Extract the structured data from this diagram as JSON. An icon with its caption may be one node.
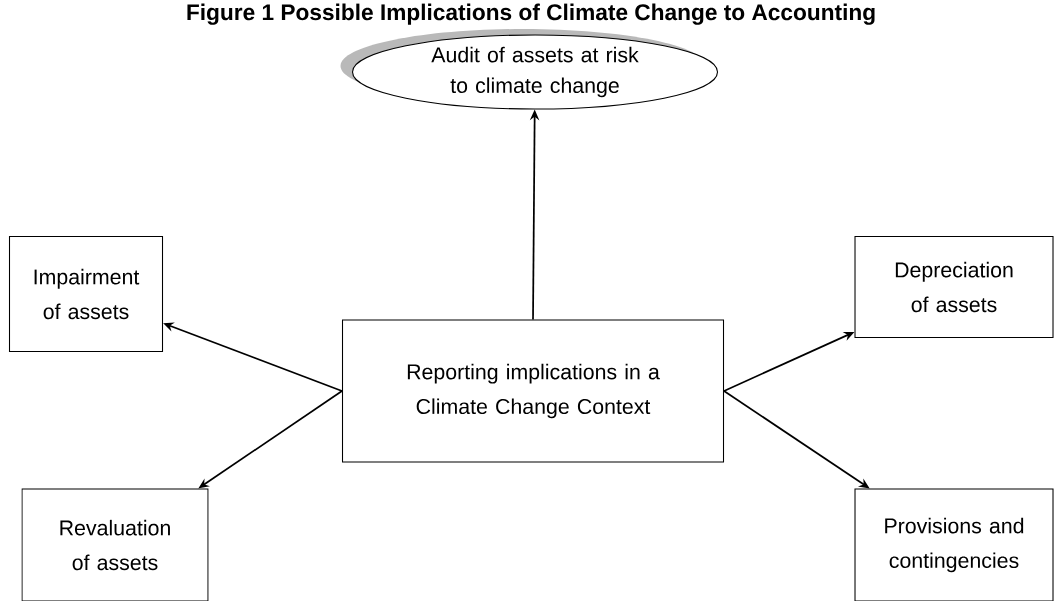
{
  "diagram": {
    "title": "Figure 1 Possible Implications of Climate Change to Accounting",
    "nodes": [
      {
        "text": [
          "Audit of assets at risk to climate change"
        ]
      },
      {
        "text": [
          "Impairment of assets"
        ]
      },
      {
        "text": [
          "Depreciation of assets"
        ]
      },
      {
        "text": [
          "Reporting implications in a Climate Change Context"
        ]
      },
      {
        "text": [
          "Revaluation of assets"
        ]
      },
      {
        "text": [
          "Provisions and contingencies"
        ]
      }
    ],
    "edges": [
      {
        "from": 3,
        "to": 0,
        "arrow": "to"
      },
      {
        "from": 3,
        "to": 1,
        "arrow": "to"
      },
      {
        "from": 3,
        "to": 2,
        "arrow": "to"
      },
      {
        "from": 3,
        "to": 4,
        "arrow": "to"
      },
      {
        "from": 3,
        "to": 5,
        "arrow": "to"
      }
    ]
  }
}
